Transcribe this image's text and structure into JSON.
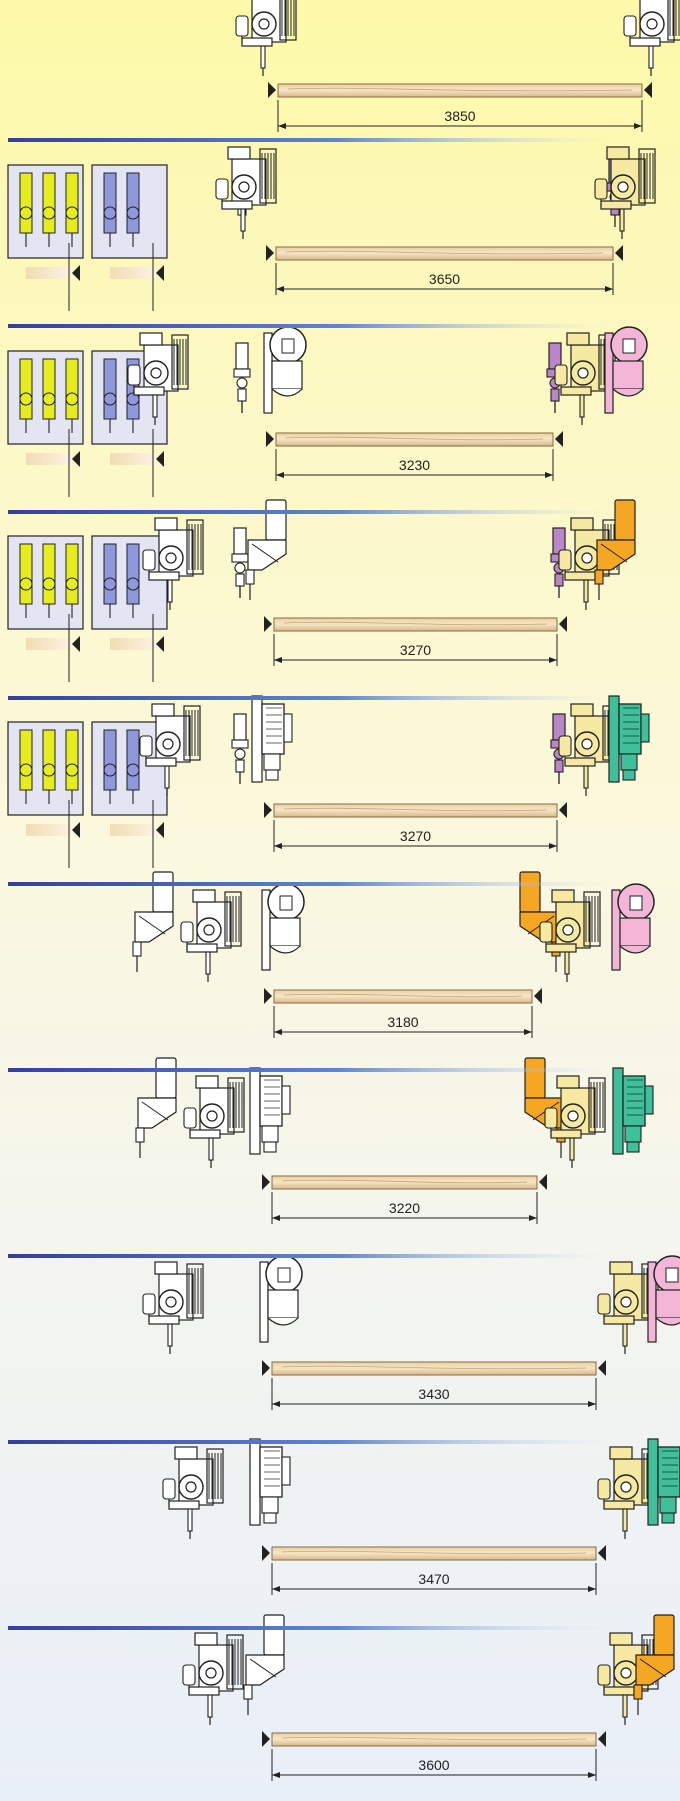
{
  "diagram": {
    "rows": [
      {
        "dimension": "3850",
        "left_unit": "saw",
        "right_unit": "saw",
        "left_accent": "#ffffff",
        "right_accent": "#ffffff",
        "selector_panels": false
      },
      {
        "dimension": "3650",
        "left_unit": "saw",
        "right_unit": "saw",
        "left_accent": "#ffffff",
        "right_accent": "#f6e9a2",
        "left_drill_accent": "#ffffff",
        "right_drill_accent": "#b986c6",
        "selector_panels": true
      },
      {
        "dimension": "3230",
        "left_unit": "saw-large-motor",
        "right_unit": "saw-large-motor",
        "left_accent": "#ffffff",
        "right_accent": "#f3b6d6",
        "left_drill_accent": "#ffffff",
        "right_drill_accent": "#b986c6",
        "selector_panels": true
      },
      {
        "dimension": "3270",
        "left_unit": "saw-angle-head",
        "right_unit": "saw-angle-head",
        "left_accent": "#ffffff",
        "right_accent": "#f5a623",
        "left_drill_accent": "#ffffff",
        "right_drill_accent": "#b986c6",
        "selector_panels": true
      },
      {
        "dimension": "3270",
        "left_unit": "saw-tall-column",
        "right_unit": "saw-tall-column",
        "left_accent": "#ffffff",
        "right_accent": "#3fbf9a",
        "left_drill_accent": "#ffffff",
        "right_drill_accent": "#b986c6",
        "selector_panels": true
      },
      {
        "dimension": "3180",
        "left_unit": "angle-and-motor",
        "right_unit": "angle-and-motor",
        "left_accent": "#ffffff",
        "right_accent": "#f5a623",
        "right_accent_2": "#f3b6d6",
        "selector_panels": false
      },
      {
        "dimension": "3220",
        "left_unit": "angle-and-column",
        "right_unit": "angle-and-column",
        "left_accent": "#ffffff",
        "right_accent": "#f5a623",
        "right_accent_2": "#3fbf9a",
        "selector_panels": false
      },
      {
        "dimension": "3430",
        "left_unit": "saw-large-motor",
        "right_unit": "saw-large-motor",
        "left_accent": "#ffffff",
        "right_accent": "#f3b6d6",
        "selector_panels": false
      },
      {
        "dimension": "3470",
        "left_unit": "saw-tall-column",
        "right_unit": "saw-tall-column",
        "left_accent": "#ffffff",
        "right_accent": "#3fbf9a",
        "selector_panels": false
      },
      {
        "dimension": "3600",
        "left_unit": "saw-angle-head",
        "right_unit": "saw-angle-head",
        "left_accent": "#ffffff",
        "right_accent": "#f5a623",
        "selector_panels": false
      }
    ],
    "colors": {
      "separator_start": "#3a46a8",
      "separator_end": "#a9c4ee",
      "beam_light": "#f1dfbd",
      "beam_dark": "#cfb087",
      "outline": "#222222",
      "panel_fill": "#e3e5f2",
      "panel_rod_yellow": "#e6ec1e",
      "panel_rod_blue": "#8f97dd",
      "saw_body_right": "#f6e9a2"
    }
  }
}
